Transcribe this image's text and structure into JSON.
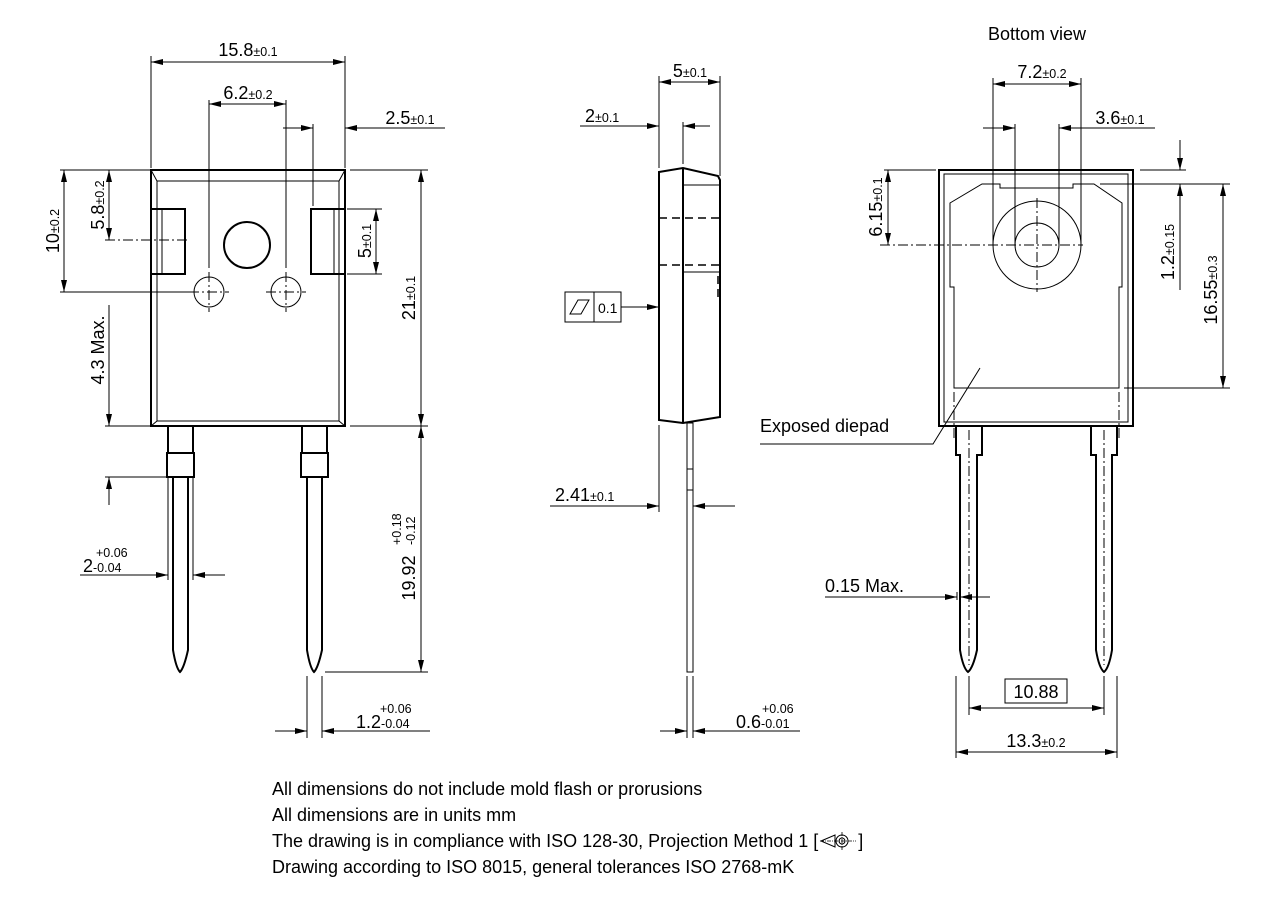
{
  "front_view": {
    "width": {
      "value": "15.8",
      "tol": "±0.1"
    },
    "hole_pitch": {
      "value": "6.2",
      "tol": "±0.2"
    },
    "tab_offset": {
      "value": "2.5",
      "tol": "±0.1"
    },
    "hole_height": {
      "value": "10",
      "tol": "±0.2"
    },
    "tab_center": {
      "value": "5.8",
      "tol": "±0.2"
    },
    "tab_height": {
      "value": "5",
      "tol": "±0.1"
    },
    "body_height": {
      "value": "21",
      "tol": "±0.1"
    },
    "shoulder": {
      "value": "4.3 Max."
    },
    "lead_width": {
      "value": "2",
      "upper": "+0.06",
      "lower": "-0.04"
    },
    "lead_length": {
      "value": "19.92",
      "upper": "+0.18",
      "lower": "-0.12"
    },
    "lead_tip_width": {
      "value": "1.2",
      "upper": "+0.06",
      "lower": "-0.04"
    }
  },
  "side_view": {
    "thickness": {
      "value": "5",
      "tol": "±0.1"
    },
    "step": {
      "value": "2",
      "tol": "±0.1"
    },
    "flatness_value": "0.1",
    "lead_offset": {
      "value": "2.41",
      "tol": "±0.1"
    },
    "lead_thickness": {
      "value": "0.6",
      "upper": "+0.06",
      "lower": "-0.01"
    }
  },
  "bottom_view": {
    "title": "Bottom view",
    "pad_ring": {
      "value": "7.2",
      "tol": "±0.2"
    },
    "hole_dia": {
      "value": "3.6",
      "tol": "±0.1"
    },
    "hole_center": {
      "value": "6.15",
      "tol": "±0.1"
    },
    "pad_offset": {
      "value": "1.2",
      "tol": "±0.15"
    },
    "pad_height": {
      "value": "16.55",
      "tol": "±0.3"
    },
    "diepad_label": "Exposed diepad",
    "lead_bend": {
      "value": "0.15 Max."
    },
    "lead_pitch_basic": "10.88",
    "lead_span": {
      "value": "13.3",
      "tol": "±0.2"
    }
  },
  "notes": [
    "All dimensions do not include mold flash or prorusions",
    "All dimensions are in units mm",
    "The drawing is in compliance with ISO 128-30, Projection Method 1 [",
    "]",
    "Drawing according to ISO 8015, general tolerances ISO 2768-mK"
  ],
  "icons": {
    "projection_symbol": "first-angle-projection-icon",
    "flatness_symbol": "flatness-icon"
  }
}
